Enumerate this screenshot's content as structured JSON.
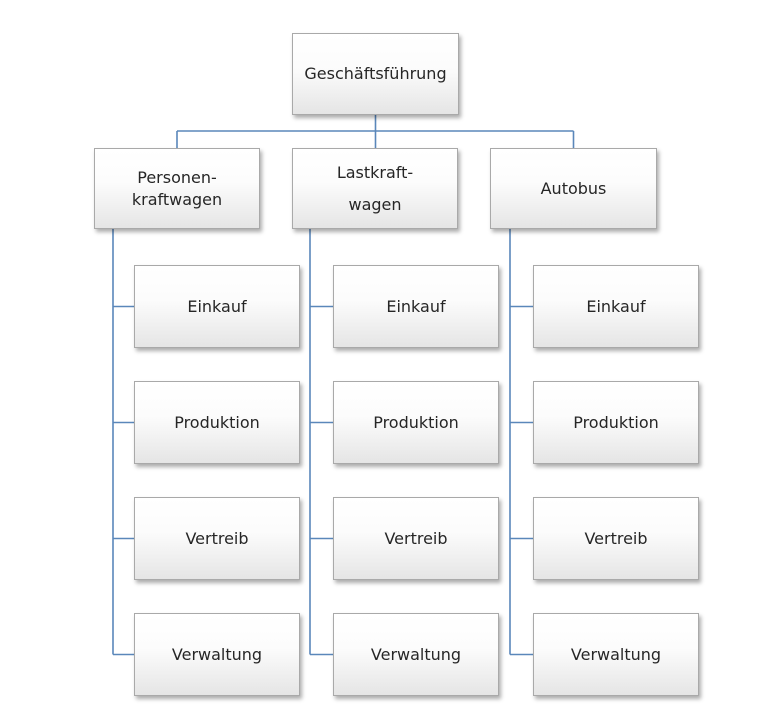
{
  "diagram": {
    "root": {
      "label": "Geschäftsführung"
    },
    "branches": [
      {
        "label": "Personen-\nkraftwagen",
        "children": [
          "Einkauf",
          "Produktion",
          "Vertreib",
          "Verwaltung"
        ]
      },
      {
        "label": "Lastkraft-\nwagen",
        "children": [
          "Einkauf",
          "Produktion",
          "Vertreib",
          "Verwaltung"
        ]
      },
      {
        "label": "Autobus",
        "children": [
          "Einkauf",
          "Produktion",
          "Vertreib",
          "Verwaltung"
        ]
      }
    ],
    "colors": {
      "connector": "#5a87ba",
      "box_border": "#a9a9a9",
      "box_fill_top": "#ffffff",
      "box_fill_bottom": "#e5e5e5",
      "text": "#262626",
      "background": "#ffffff"
    }
  }
}
